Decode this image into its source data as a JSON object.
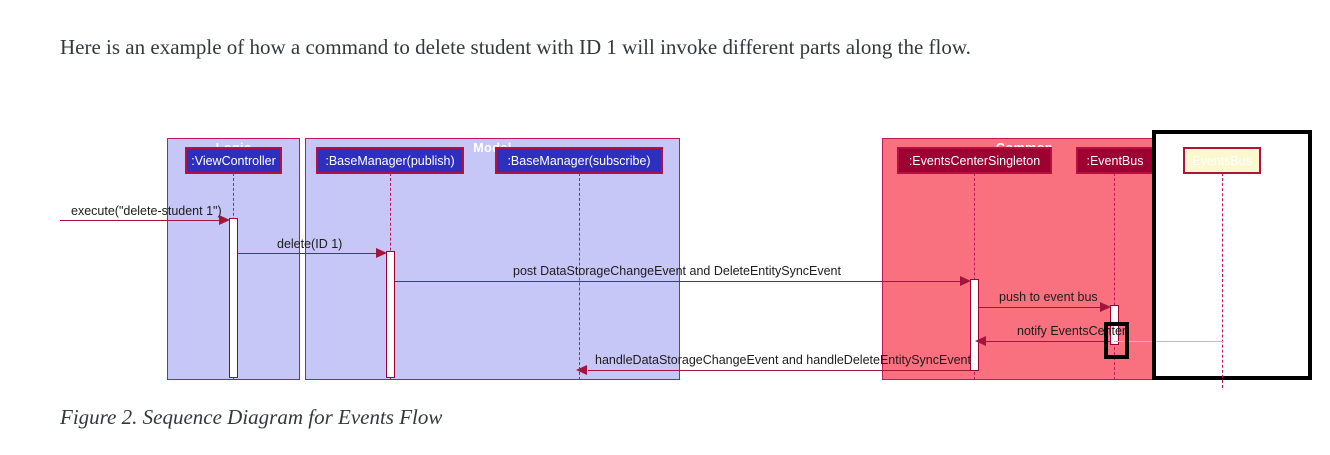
{
  "intro": {
    "text": "Here is an example of how a command to delete student with ID 1 will invoke different parts along the flow."
  },
  "caption": {
    "text": "Figure 2. Sequence Diagram for Events Flow"
  },
  "diagram": {
    "type": "uml-sequence-diagram",
    "groups": [
      {
        "id": "logic",
        "title": "Logic",
        "color": "#c6c6f7"
      },
      {
        "id": "model",
        "title": "Model",
        "color": "#c6c6f7"
      },
      {
        "id": "common",
        "title": "Common",
        "color": "#f9707f"
      }
    ],
    "participants": [
      {
        "id": "viewcontroller",
        "label": ":ViewController",
        "group": "logic",
        "fill": "#2e2ebf"
      },
      {
        "id": "basemanager-publish",
        "label": ":BaseManager(publish)",
        "group": "model",
        "fill": "#2e2ebf"
      },
      {
        "id": "basemanager-subscribe",
        "label": ":BaseManager(subscribe)",
        "group": "model",
        "fill": "#2e2ebf"
      },
      {
        "id": "eventscentersingleton",
        "label": ":EventsCenterSingleton",
        "group": "common",
        "fill": "#9e0031"
      },
      {
        "id": "eventbus",
        "label": ":EventBus",
        "group": "common",
        "fill": "#9e0031"
      },
      {
        "id": "eventsbus-overlay",
        "label": "EventsBus",
        "group": "overlay",
        "fill": "#fbf8cf"
      }
    ],
    "messages": [
      {
        "id": "m1",
        "label": "execute(\"delete-student 1\")",
        "direction": "right"
      },
      {
        "id": "m2",
        "label": "delete(ID 1)",
        "direction": "right"
      },
      {
        "id": "m3",
        "label": "post DataStorageChangeEvent and DeleteEntitySyncEvent",
        "direction": "right"
      },
      {
        "id": "m4",
        "label": "push to event bus",
        "direction": "right"
      },
      {
        "id": "m5",
        "label": "notify EventsCenter",
        "direction": "left"
      },
      {
        "id": "m6",
        "label": "handleDataStorageChangeEvent and handleDeleteEntitySyncEvent",
        "direction": "left"
      }
    ],
    "colors": {
      "lavender_panel": "#c6c6f7",
      "salmon_panel": "#f9707f",
      "blue_participant": "#2e2ebf",
      "dark_red_participant": "#9e0031",
      "cream_participant": "#fbf8cf",
      "line": "#a3153f",
      "annotation": "#000000"
    }
  }
}
